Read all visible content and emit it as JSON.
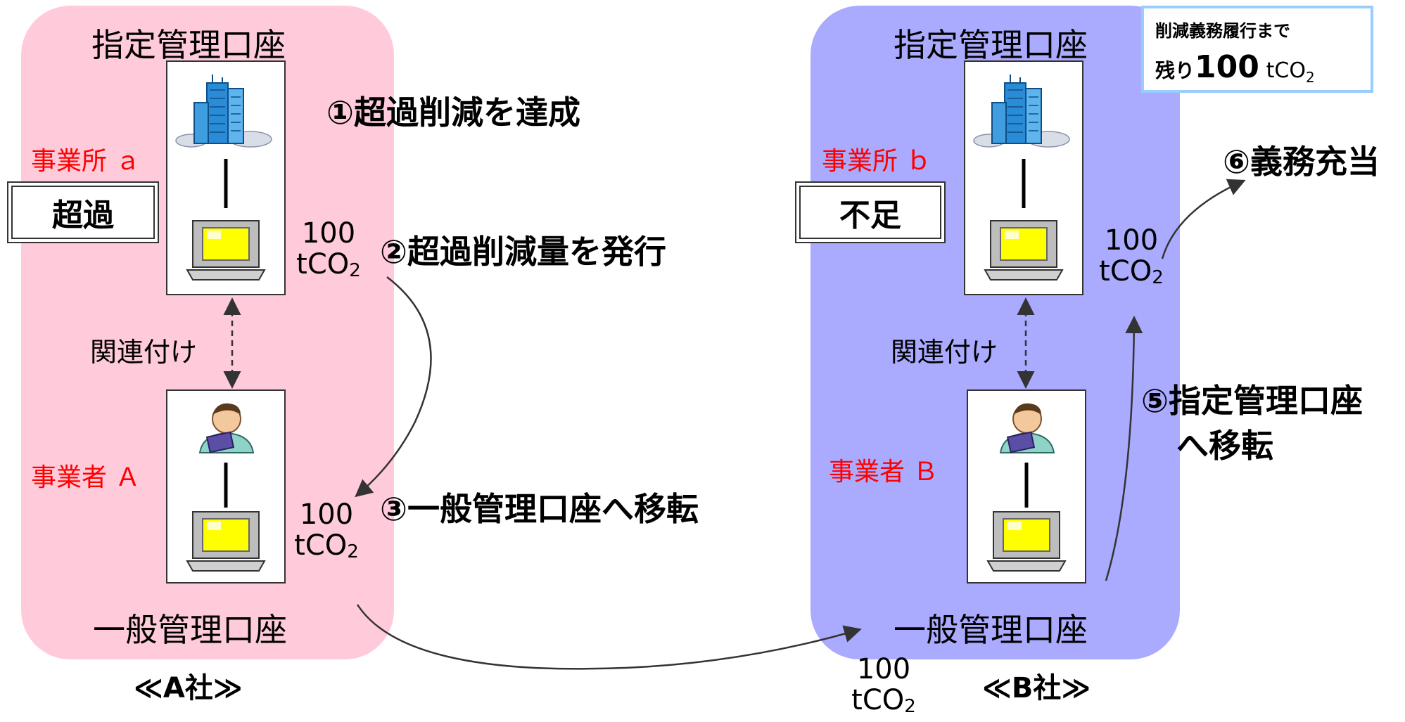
{
  "company_a": {
    "designated_account_title": "指定管理口座",
    "facility_label": "事業所 ａ",
    "facility_status": "超過",
    "association_label": "関連付け",
    "operator_label": "事業者 Ａ",
    "general_account_title": "一般管理口座",
    "company_label": "≪A社≫"
  },
  "company_b": {
    "designated_account_title": "指定管理口座",
    "facility_label": "事業所 ｂ",
    "facility_status": "不足",
    "association_label": "関連付け",
    "operator_label": "事業者 Ｂ",
    "general_account_title": "一般管理口座",
    "company_label": "≪B社≫"
  },
  "remaining_box": {
    "line1": "削減義務履行まで",
    "prefix": "残り",
    "amount": "100",
    "unit_main": "tCO",
    "unit_sub": "2"
  },
  "steps": {
    "step1": "①超過削減を達成",
    "step2": "②超過削減量を発行",
    "step3": "③一般管理口座へ移転",
    "step5_line1": "⑤指定管理口座",
    "step5_line2": "へ移転",
    "step6": "⑥義務充当"
  },
  "quantities": {
    "number": "100",
    "unit_main": "tCO",
    "unit_sub": "2"
  },
  "colors": {
    "company_a_panel": "#ffcbdb",
    "company_b_panel": "#aaaaff",
    "facility_text": "#ff0000",
    "remaining_border": "#99ccff"
  },
  "icons": [
    "building-icon",
    "computer-icon",
    "businessman-icon",
    "arrow-icon"
  ]
}
